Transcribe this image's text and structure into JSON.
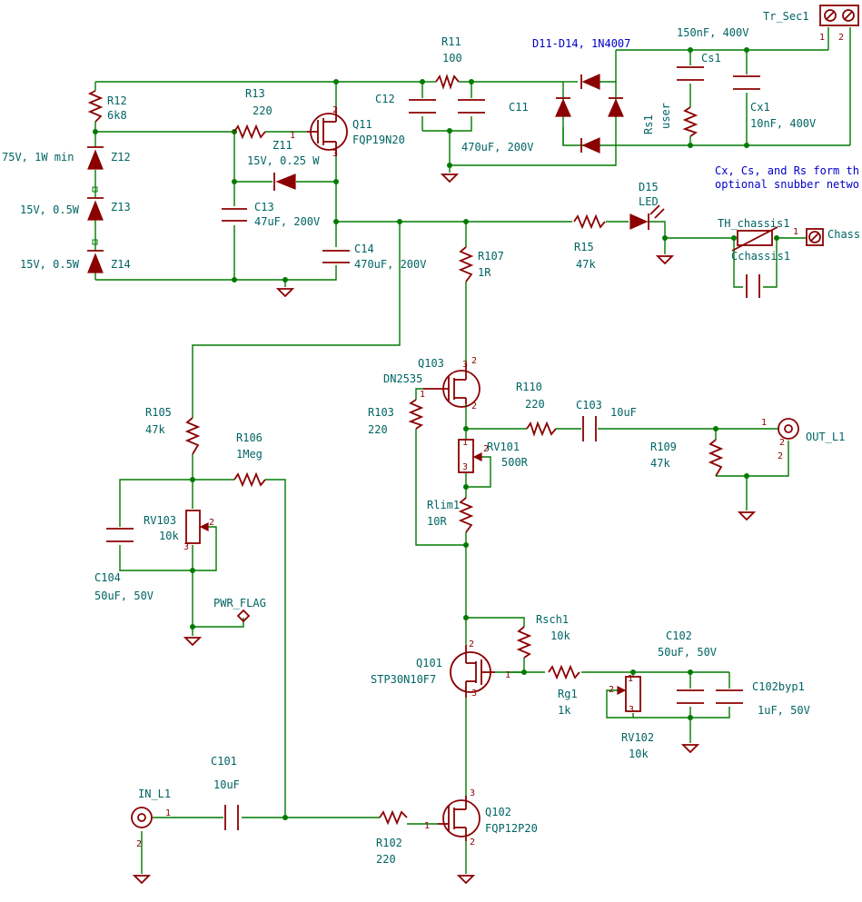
{
  "labels": [
    {
      "id": "r12_ref",
      "text": "R12"
    },
    {
      "id": "r12_val",
      "text": "6k8"
    },
    {
      "id": "r13_ref",
      "text": "R13"
    },
    {
      "id": "r13_val",
      "text": "220"
    },
    {
      "id": "r11_ref",
      "text": "R11"
    },
    {
      "id": "r11_val",
      "text": "100"
    },
    {
      "id": "c12_ref",
      "text": "C12"
    },
    {
      "id": "c11_ref",
      "text": "C11"
    },
    {
      "id": "c11_val",
      "text": "470uF, 200V"
    },
    {
      "id": "dbridge",
      "text": "D11-D14, 1N4007"
    },
    {
      "id": "cs1_val",
      "text": "150nF, 400V"
    },
    {
      "id": "cs1_ref",
      "text": "Cs1"
    },
    {
      "id": "rs1_ref",
      "text": "Rs1"
    },
    {
      "id": "rs1_val",
      "text": "user"
    },
    {
      "id": "cx1_ref",
      "text": "Cx1"
    },
    {
      "id": "cx1_val",
      "text": "10nF, 400V"
    },
    {
      "id": "trsec",
      "text": "Tr_Sec1"
    },
    {
      "id": "q11_ref",
      "text": "Q11"
    },
    {
      "id": "q11_val",
      "text": "FQP19N20"
    },
    {
      "id": "z11_ref",
      "text": "Z11"
    },
    {
      "id": "z11_val",
      "text": "15V, 0.25 W"
    },
    {
      "id": "z12_val",
      "text": "75V, 1W min"
    },
    {
      "id": "z12_ref",
      "text": "Z12"
    },
    {
      "id": "z13_val",
      "text": "15V, 0.5W"
    },
    {
      "id": "z13_ref",
      "text": "Z13"
    },
    {
      "id": "z14_val",
      "text": "15V, 0.5W"
    },
    {
      "id": "z14_ref",
      "text": "Z14"
    },
    {
      "id": "c13_ref",
      "text": "C13"
    },
    {
      "id": "c13_val",
      "text": "47uF, 200V"
    },
    {
      "id": "c14_ref",
      "text": "C14"
    },
    {
      "id": "c14_val",
      "text": "470uF, 200V"
    },
    {
      "id": "note1",
      "text": "Cx, Cs, and Rs form th"
    },
    {
      "id": "note2",
      "text": "optional snubber netwo"
    },
    {
      "id": "d15_ref",
      "text": "D15"
    },
    {
      "id": "d15_val",
      "text": "LED"
    },
    {
      "id": "r15_ref",
      "text": "R15"
    },
    {
      "id": "r15_val",
      "text": "47k"
    },
    {
      "id": "th_ref",
      "text": "TH_chassis1"
    },
    {
      "id": "cch_ref",
      "text": "Cchassis1"
    },
    {
      "id": "chassis",
      "text": "Chass"
    },
    {
      "id": "r107_ref",
      "text": "R107"
    },
    {
      "id": "r107_val",
      "text": "1R"
    },
    {
      "id": "q103_ref",
      "text": "Q103"
    },
    {
      "id": "q103_val",
      "text": "DN2535"
    },
    {
      "id": "r103_ref",
      "text": "R103"
    },
    {
      "id": "r103_val",
      "text": "220"
    },
    {
      "id": "r110_ref",
      "text": "R110"
    },
    {
      "id": "r110_val",
      "text": "220"
    },
    {
      "id": "c103_ref",
      "text": "C103"
    },
    {
      "id": "c103_val",
      "text": "10uF"
    },
    {
      "id": "out",
      "text": "OUT_L1"
    },
    {
      "id": "r109_ref",
      "text": "R109"
    },
    {
      "id": "r109_val",
      "text": "47k"
    },
    {
      "id": "rv101_ref",
      "text": "RV101"
    },
    {
      "id": "rv101_val",
      "text": "500R"
    },
    {
      "id": "rlim_ref",
      "text": "Rlim1"
    },
    {
      "id": "rlim_val",
      "text": "10R"
    },
    {
      "id": "r105_ref",
      "text": "R105"
    },
    {
      "id": "r105_val",
      "text": "47k"
    },
    {
      "id": "r106_ref",
      "text": "R106"
    },
    {
      "id": "r106_val",
      "text": "1Meg"
    },
    {
      "id": "rv103_ref",
      "text": "RV103"
    },
    {
      "id": "rv103_val",
      "text": "10k"
    },
    {
      "id": "c104_ref",
      "text": "C104"
    },
    {
      "id": "c104_val",
      "text": "50uF, 50V"
    },
    {
      "id": "pwrflag",
      "text": "PWR_FLAG"
    },
    {
      "id": "rsch_ref",
      "text": "Rsch1"
    },
    {
      "id": "rsch_val",
      "text": "10k"
    },
    {
      "id": "q101_ref",
      "text": "Q101"
    },
    {
      "id": "q101_val",
      "text": "STP30N10F7"
    },
    {
      "id": "rg_ref",
      "text": "Rg1"
    },
    {
      "id": "rg_val",
      "text": "1k"
    },
    {
      "id": "c102_ref",
      "text": "C102"
    },
    {
      "id": "c102_val",
      "text": "50uF, 50V"
    },
    {
      "id": "c102b_ref",
      "text": "C102byp1"
    },
    {
      "id": "c102b_val",
      "text": "1uF, 50V"
    },
    {
      "id": "rv102_ref",
      "text": "RV102"
    },
    {
      "id": "rv102_val",
      "text": "10k"
    },
    {
      "id": "c101_ref",
      "text": "C101"
    },
    {
      "id": "c101_val",
      "text": "10uF"
    },
    {
      "id": "in",
      "text": "IN_L1"
    },
    {
      "id": "r102_ref",
      "text": "R102"
    },
    {
      "id": "r102_val",
      "text": "220"
    },
    {
      "id": "q102_ref",
      "text": "Q102"
    },
    {
      "id": "q102_val",
      "text": "FQP12P20"
    }
  ],
  "pins": [
    {
      "id": "pn1",
      "text": "1"
    },
    {
      "id": "pn2",
      "text": "2"
    },
    {
      "id": "pn3",
      "text": "3"
    },
    {
      "id": "pn4",
      "text": "1"
    },
    {
      "id": "pn5",
      "text": "2"
    },
    {
      "id": "pn6",
      "text": "3"
    },
    {
      "id": "pn7",
      "text": "2"
    },
    {
      "id": "pn8",
      "text": "1"
    },
    {
      "id": "pn9",
      "text": "2"
    },
    {
      "id": "pn10",
      "text": "1"
    },
    {
      "id": "pn11",
      "text": "3"
    },
    {
      "id": "pn12",
      "text": "1"
    },
    {
      "id": "pn13",
      "text": "2"
    },
    {
      "id": "pn14",
      "text": "2"
    },
    {
      "id": "pn15",
      "text": "3"
    },
    {
      "id": "pn16",
      "text": "2"
    },
    {
      "id": "pn17",
      "text": "3"
    },
    {
      "id": "pn18",
      "text": "1"
    },
    {
      "id": "pn19",
      "text": "2"
    },
    {
      "id": "pn20",
      "text": "3"
    },
    {
      "id": "pn21",
      "text": "1"
    },
    {
      "id": "pn22",
      "text": "2"
    },
    {
      "id": "pn23",
      "text": "2"
    },
    {
      "id": "pn24",
      "text": "3"
    },
    {
      "id": "pn25",
      "text": "1"
    },
    {
      "id": "pn26",
      "text": "2"
    },
    {
      "id": "pn27",
      "text": "1"
    },
    {
      "id": "pn28",
      "text": "2"
    },
    {
      "id": "pn29",
      "text": "1"
    }
  ],
  "colors": {
    "wire": "#007a00",
    "component": "#8b0000",
    "label": "#006464",
    "note": "#0000c8"
  }
}
